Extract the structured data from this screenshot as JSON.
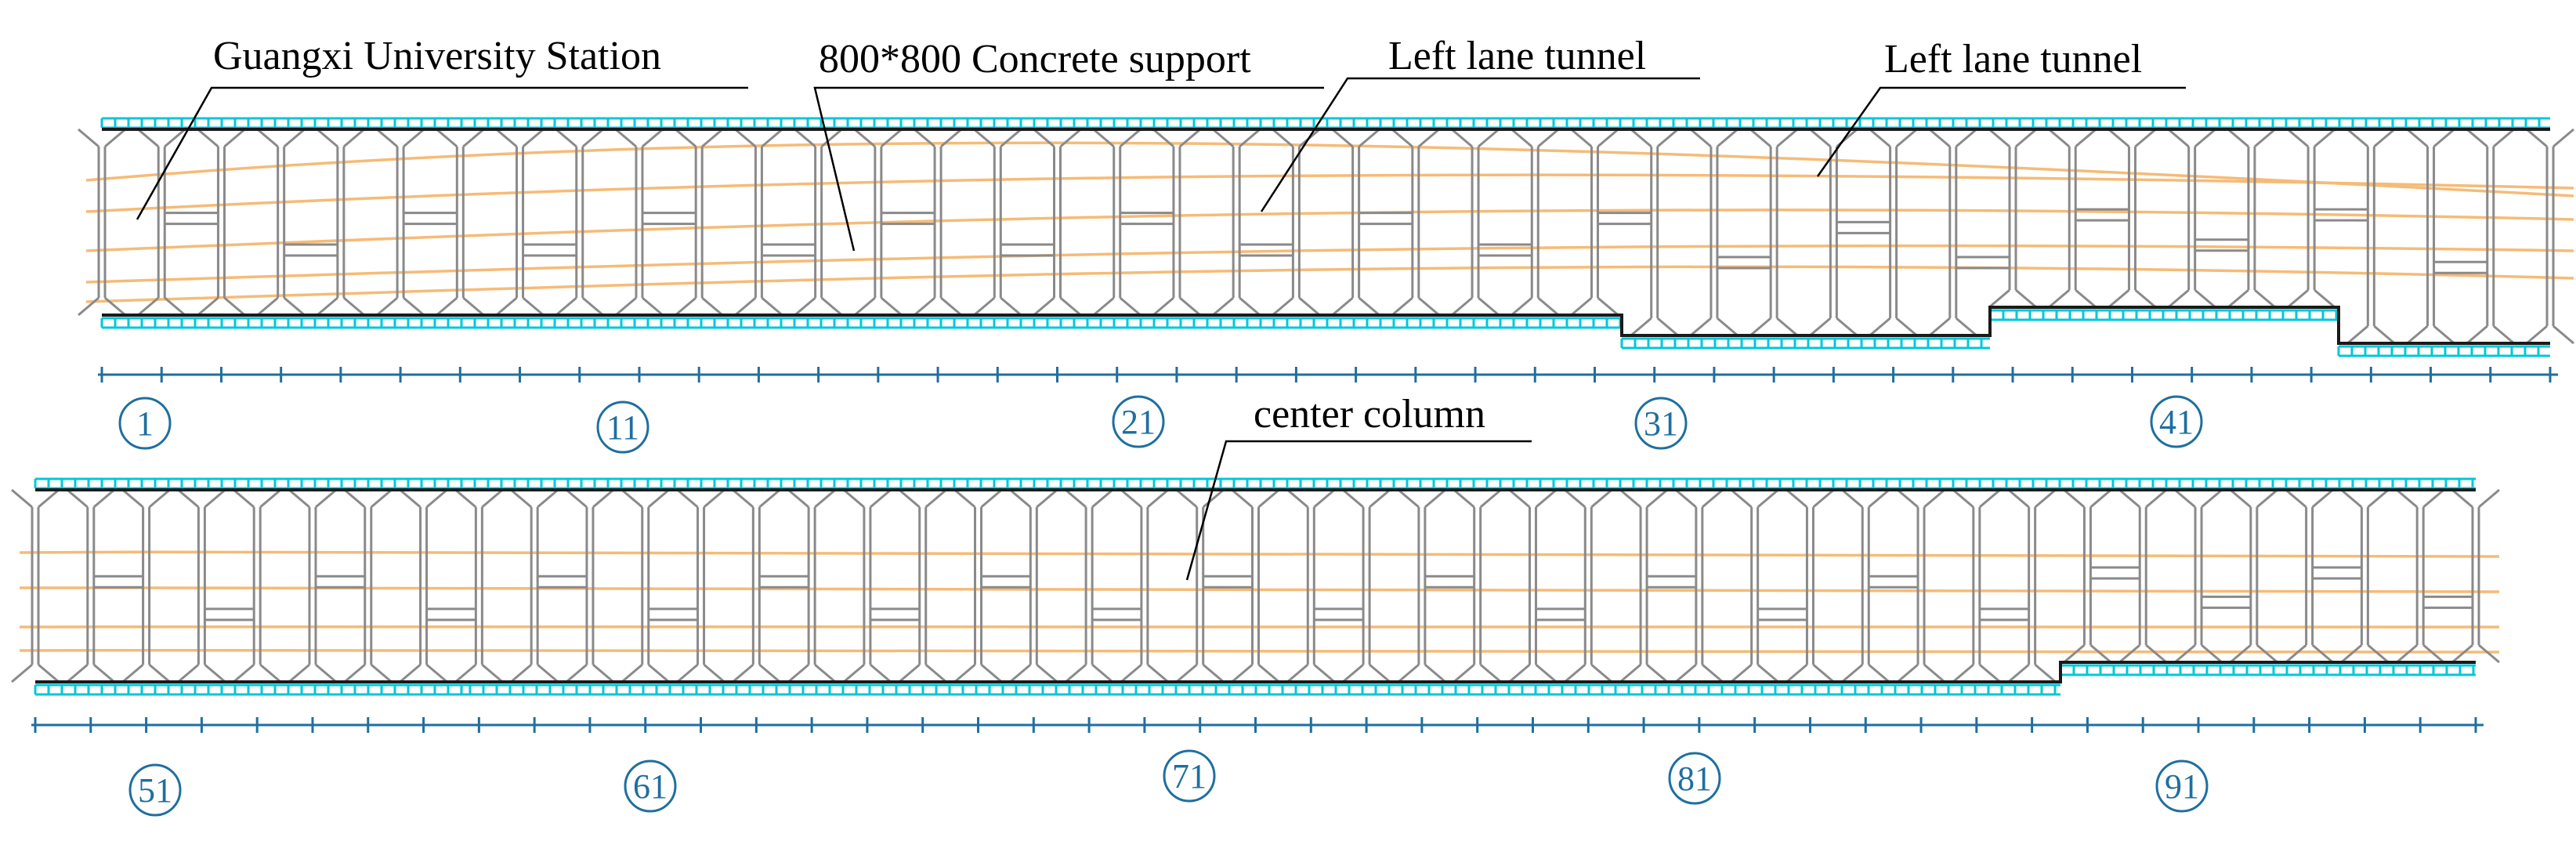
{
  "labels": {
    "station": "Guangxi University Station",
    "support": "800*800 Concrete support",
    "tunnel_a": "Left lane tunnel",
    "tunnel_b": "Left lane tunnel",
    "center": "center column"
  },
  "axis_numbers_top": [
    "1",
    "11",
    "21",
    "31",
    "41"
  ],
  "axis_numbers_bottom": [
    "51",
    "61",
    "71",
    "81",
    "91"
  ],
  "colors": {
    "wall": "#1a1a1a",
    "support": "#8a8a8a",
    "guardrail": "#00c8d8",
    "alignment": "#f5b060",
    "axis": "#1f6f9f"
  }
}
